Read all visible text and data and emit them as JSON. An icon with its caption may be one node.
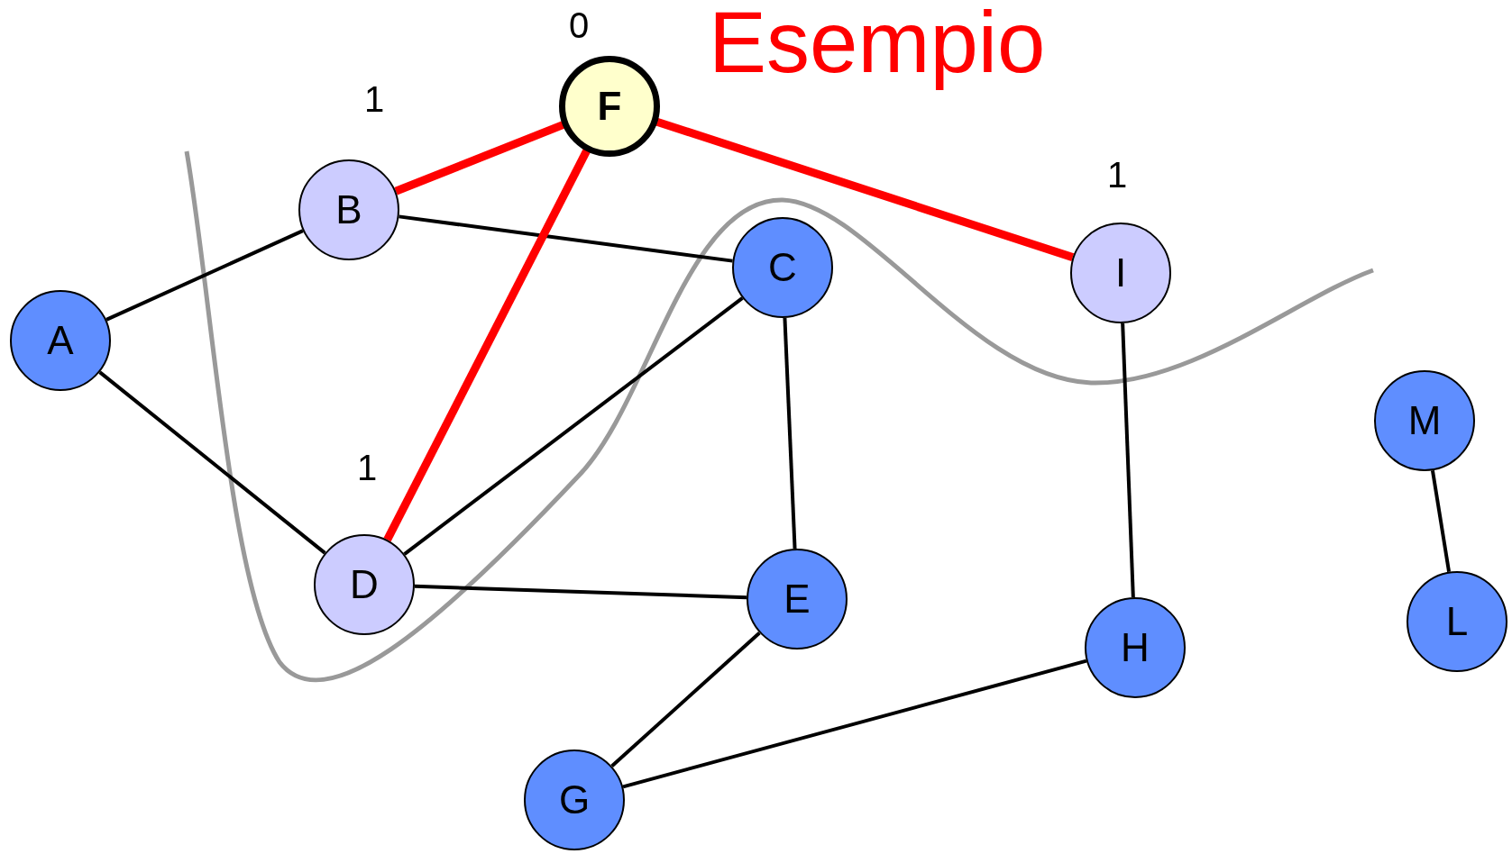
{
  "diagram": {
    "title": "Esempio",
    "nodes": [
      {
        "text": [
          "A"
        ]
      },
      {
        "text": [
          "B"
        ],
        "beside": [
          "1"
        ]
      },
      {
        "text": [
          "C"
        ]
      },
      {
        "text": [
          "D"
        ],
        "beside": [
          "1"
        ]
      },
      {
        "text": [
          "E"
        ]
      },
      {
        "text": [
          "F"
        ],
        "beside": [
          "0"
        ]
      },
      {
        "text": [
          "G"
        ]
      },
      {
        "text": [
          "H"
        ]
      },
      {
        "text": [
          "I"
        ],
        "beside": [
          "1"
        ]
      },
      {
        "text": [
          "M"
        ]
      },
      {
        "text": [
          "L"
        ]
      }
    ],
    "edges": [
      {
        "from": 0,
        "to": 1,
        "arrow": "none"
      },
      {
        "from": 0,
        "to": 3,
        "arrow": "none"
      },
      {
        "from": 1,
        "to": 2,
        "arrow": "none"
      },
      {
        "from": 1,
        "to": 5,
        "arrow": "none",
        "style": "thick",
        "color": "#ff0000"
      },
      {
        "from": 5,
        "to": 3,
        "arrow": "none",
        "style": "thick",
        "color": "#ff0000"
      },
      {
        "from": 5,
        "to": 8,
        "arrow": "none",
        "style": "thick",
        "color": "#ff0000"
      },
      {
        "from": 2,
        "to": 3,
        "arrow": "none"
      },
      {
        "from": 2,
        "to": 4,
        "arrow": "none"
      },
      {
        "from": 3,
        "to": 4,
        "arrow": "none"
      },
      {
        "from": 4,
        "to": 6,
        "arrow": "none"
      },
      {
        "from": 6,
        "to": 7,
        "arrow": "none"
      },
      {
        "from": 8,
        "to": 7,
        "arrow": "none"
      },
      {
        "from": 9,
        "to": 10,
        "arrow": "none"
      }
    ]
  }
}
